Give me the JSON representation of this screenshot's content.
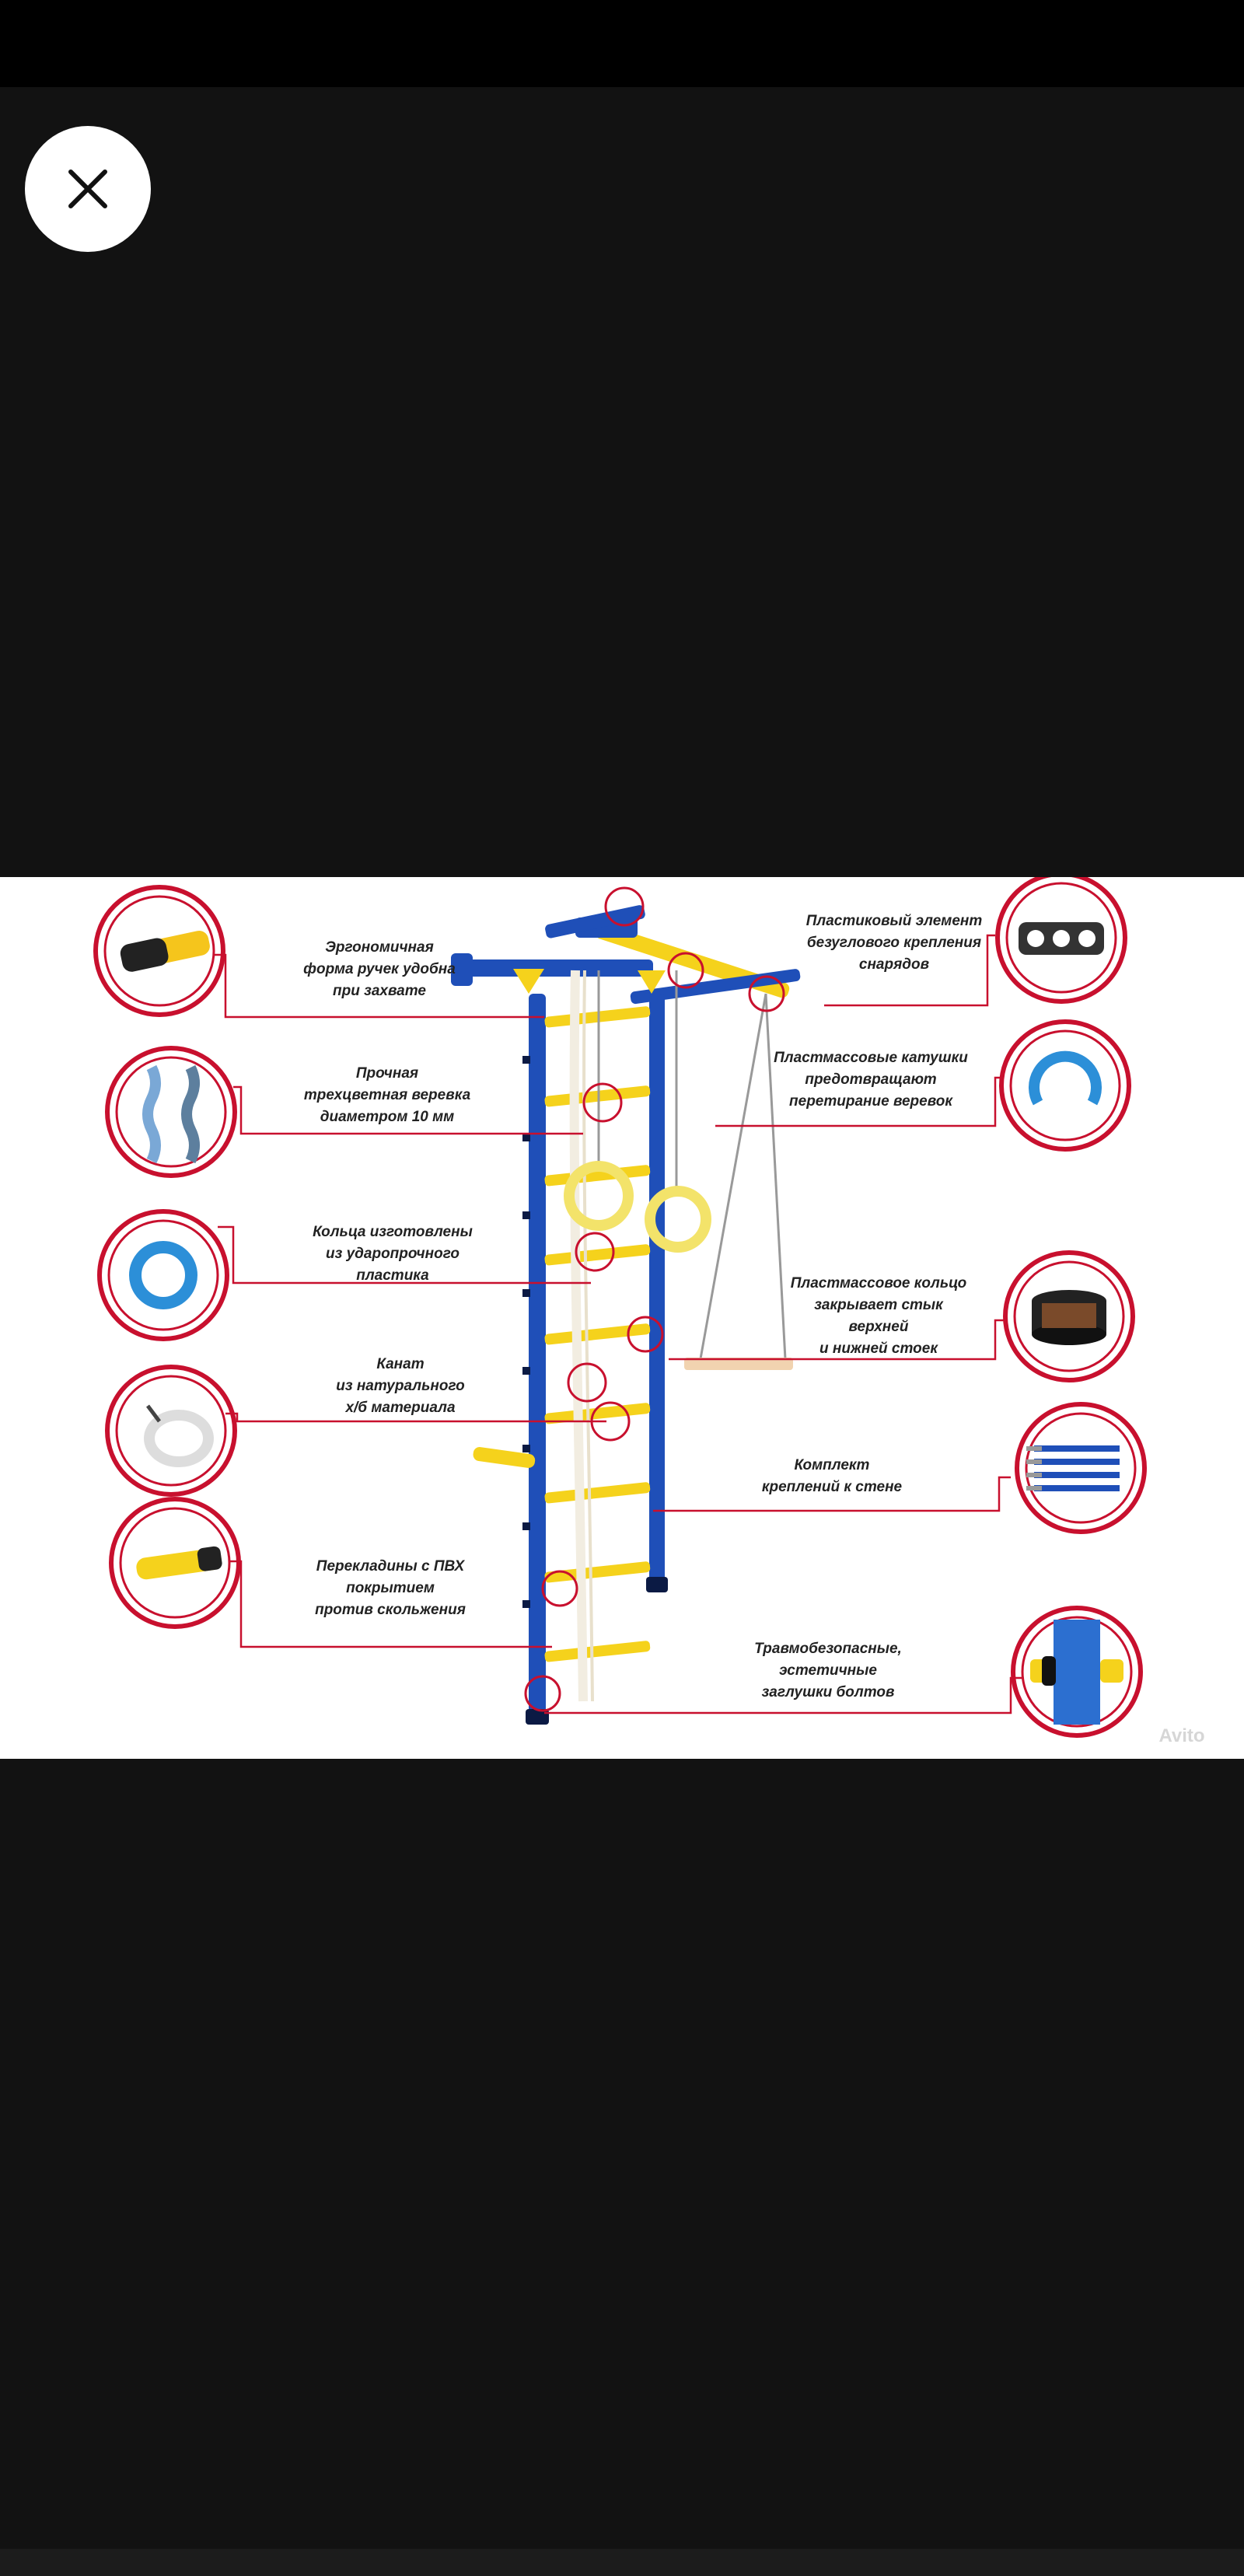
{
  "viewer": {
    "close_label": "Close"
  },
  "image": {
    "labels": {
      "handles": [
        "Эргономичная",
        "форма ручек удобна",
        "при захвате"
      ],
      "rope": [
        "Прочная",
        "трехцветная веревка",
        "диаметром 10 мм"
      ],
      "rings": [
        "Кольца изготовлены",
        "из ударопрочного",
        "пластика"
      ],
      "cable": [
        "Канат",
        "из натурального",
        "х/б материала"
      ],
      "rungs": [
        "Перекладины с ПВХ",
        "покрытием",
        "против скольжения"
      ],
      "plastic_element": [
        "Пластиковый элемент",
        "безуглового крепления",
        "снарядов"
      ],
      "spools": [
        "Пластмассовые катушки",
        "предотвращают",
        "перетирание веревок"
      ],
      "joint_ring": [
        "Пластмассовое кольцо",
        "закрывает стык",
        "верхней",
        "и нижней стоек"
      ],
      "mount_kit": [
        "Комплект",
        "креплений к стене"
      ],
      "bolt_caps": [
        "Травмобезопасные,",
        "эстетичные",
        "заглушки болтов"
      ]
    },
    "watermark": "Avito",
    "colors": {
      "frame_blue": "#1f4fb8",
      "rung_yellow": "#f5d21c",
      "callout_red": "#c8102e"
    }
  }
}
